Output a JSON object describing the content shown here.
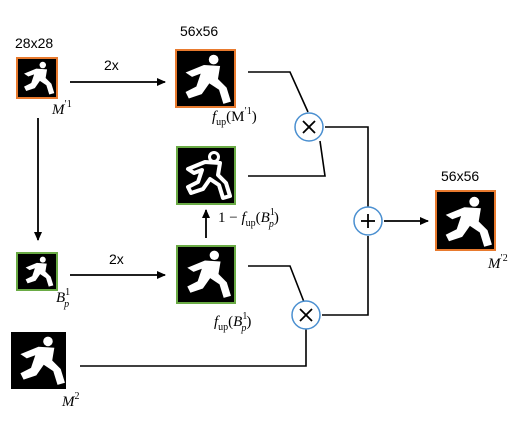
{
  "labels": {
    "size_m1": "28x28",
    "size_up": "56x56",
    "size_out": "56x56",
    "scale_top": "2x",
    "scale_bottom": "2x"
  },
  "math": {
    "m1_base": "M",
    "m1_sup": "′1",
    "bp_base": "B",
    "bp_sub": "p",
    "bp_sup": "1",
    "f_base": "f",
    "f_sub": "up",
    "f_m_arg_open": "(M",
    "f_m_arg_sup": "′1",
    "f_m_arg_close": ")",
    "one_minus": "1 − ",
    "m2_base": "M",
    "m2_sup": "2",
    "out_base": "M",
    "out_sup": "′2"
  },
  "colors": {
    "orange_border": "#e87a2e",
    "green_border": "#6aab45",
    "operator_circle": "#4a8fd0",
    "mask_background": "#000000",
    "mask_foreground": "#ffffff"
  },
  "icons": {
    "mask": "runner-silhouette",
    "operators": [
      "multiply",
      "multiply",
      "add"
    ]
  }
}
